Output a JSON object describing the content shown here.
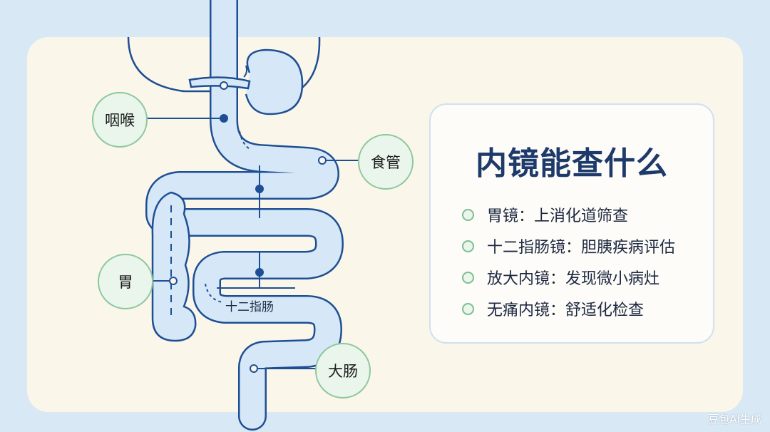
{
  "labels": {
    "pharynx": "咽喉",
    "esophagus": "食管",
    "stomach": "胃",
    "duodenum": "十二指肠",
    "large_intestine": "大肠"
  },
  "panel": {
    "title": "内镜能查什么",
    "items": [
      "胃镜：上消化道筛查",
      "十二指肠镜：胆胰疾病评估",
      "放大内镜：发现微小病灶",
      "无痛内镜：舒适化检查"
    ]
  },
  "watermark": "豆包AI生成",
  "colors": {
    "background": "#d8e8f5",
    "card": "#fbf6ea",
    "tract_fill": "#d6e8f7",
    "tract_stroke": "#1e4f94",
    "bubble_fill": "#eaf5ec",
    "bubble_border": "#8cc89c",
    "title": "#1d3a6b"
  }
}
